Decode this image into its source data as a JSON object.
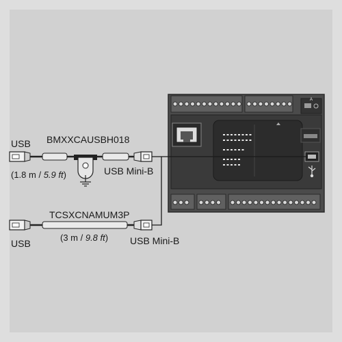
{
  "cable1": {
    "part_number": "BMXXCAUSBH018",
    "end_a": "USB",
    "end_b": "USB Mini-B",
    "length_prefix": "(1.8 m / ",
    "length_ft": "5.9 ft",
    "length_suffix": ")"
  },
  "cable2": {
    "part_number": "TCSXCNAMUM3P",
    "end_a": "USB",
    "end_b": "USB Mini-B",
    "length_prefix": "(3 m / ",
    "length_ft": "9.8 ft",
    "length_suffix": ")"
  },
  "controller": {
    "marker_a": "A"
  },
  "icons": {
    "ground": "ground-symbol-icon",
    "ethernet": "rj45-port-icon",
    "usb": "usb-symbol-icon"
  },
  "colors": {
    "background": "#d1d1d1",
    "device_body": "#4a4a4a",
    "device_dark": "#2a2a2a",
    "cable": "#1a1a1a"
  }
}
